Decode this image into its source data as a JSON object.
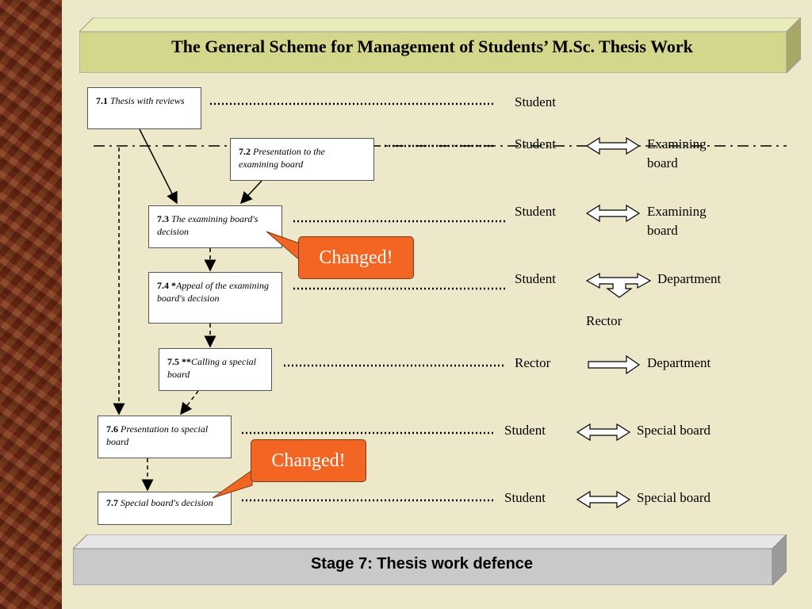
{
  "title": "The General Scheme for Management of Students’ M.Sc. Thesis Work",
  "footer": "Stage 7: Thesis work defence",
  "changed_label": "Changed!",
  "steps": {
    "s71": {
      "num": "7.1",
      "text": "Thesis with reviews"
    },
    "s72": {
      "num": "7.2",
      "text": "Presentation to the examining board"
    },
    "s73": {
      "num": "7.3",
      "text": "The examining board's decision"
    },
    "s74": {
      "num": "7.4",
      "mark": "*",
      "text": "Appeal of the examining board's decision"
    },
    "s75": {
      "num": "7.5",
      "mark": "**",
      "text": "Calling a special board"
    },
    "s76": {
      "num": "7.6",
      "text": "Presentation to special board"
    },
    "s77": {
      "num": "7.7",
      "text": "Special board's decision"
    }
  },
  "roles": {
    "r1": {
      "left": "Student"
    },
    "r2": {
      "left": "Student",
      "right": "Examining board"
    },
    "r3": {
      "left": "Student",
      "right": "Examining board"
    },
    "r4": {
      "left": "Student",
      "right": "Department",
      "below": "Rector"
    },
    "r5": {
      "left": "Rector",
      "right": "Department"
    },
    "r6": {
      "left": "Student",
      "right": "Special board"
    },
    "r7": {
      "left": "Student",
      "right": "Special board"
    }
  },
  "colors": {
    "background": "#ede8c9",
    "banner": "#d4d68c",
    "footer_banner": "#c9c9c9",
    "changed": "#f26522"
  }
}
